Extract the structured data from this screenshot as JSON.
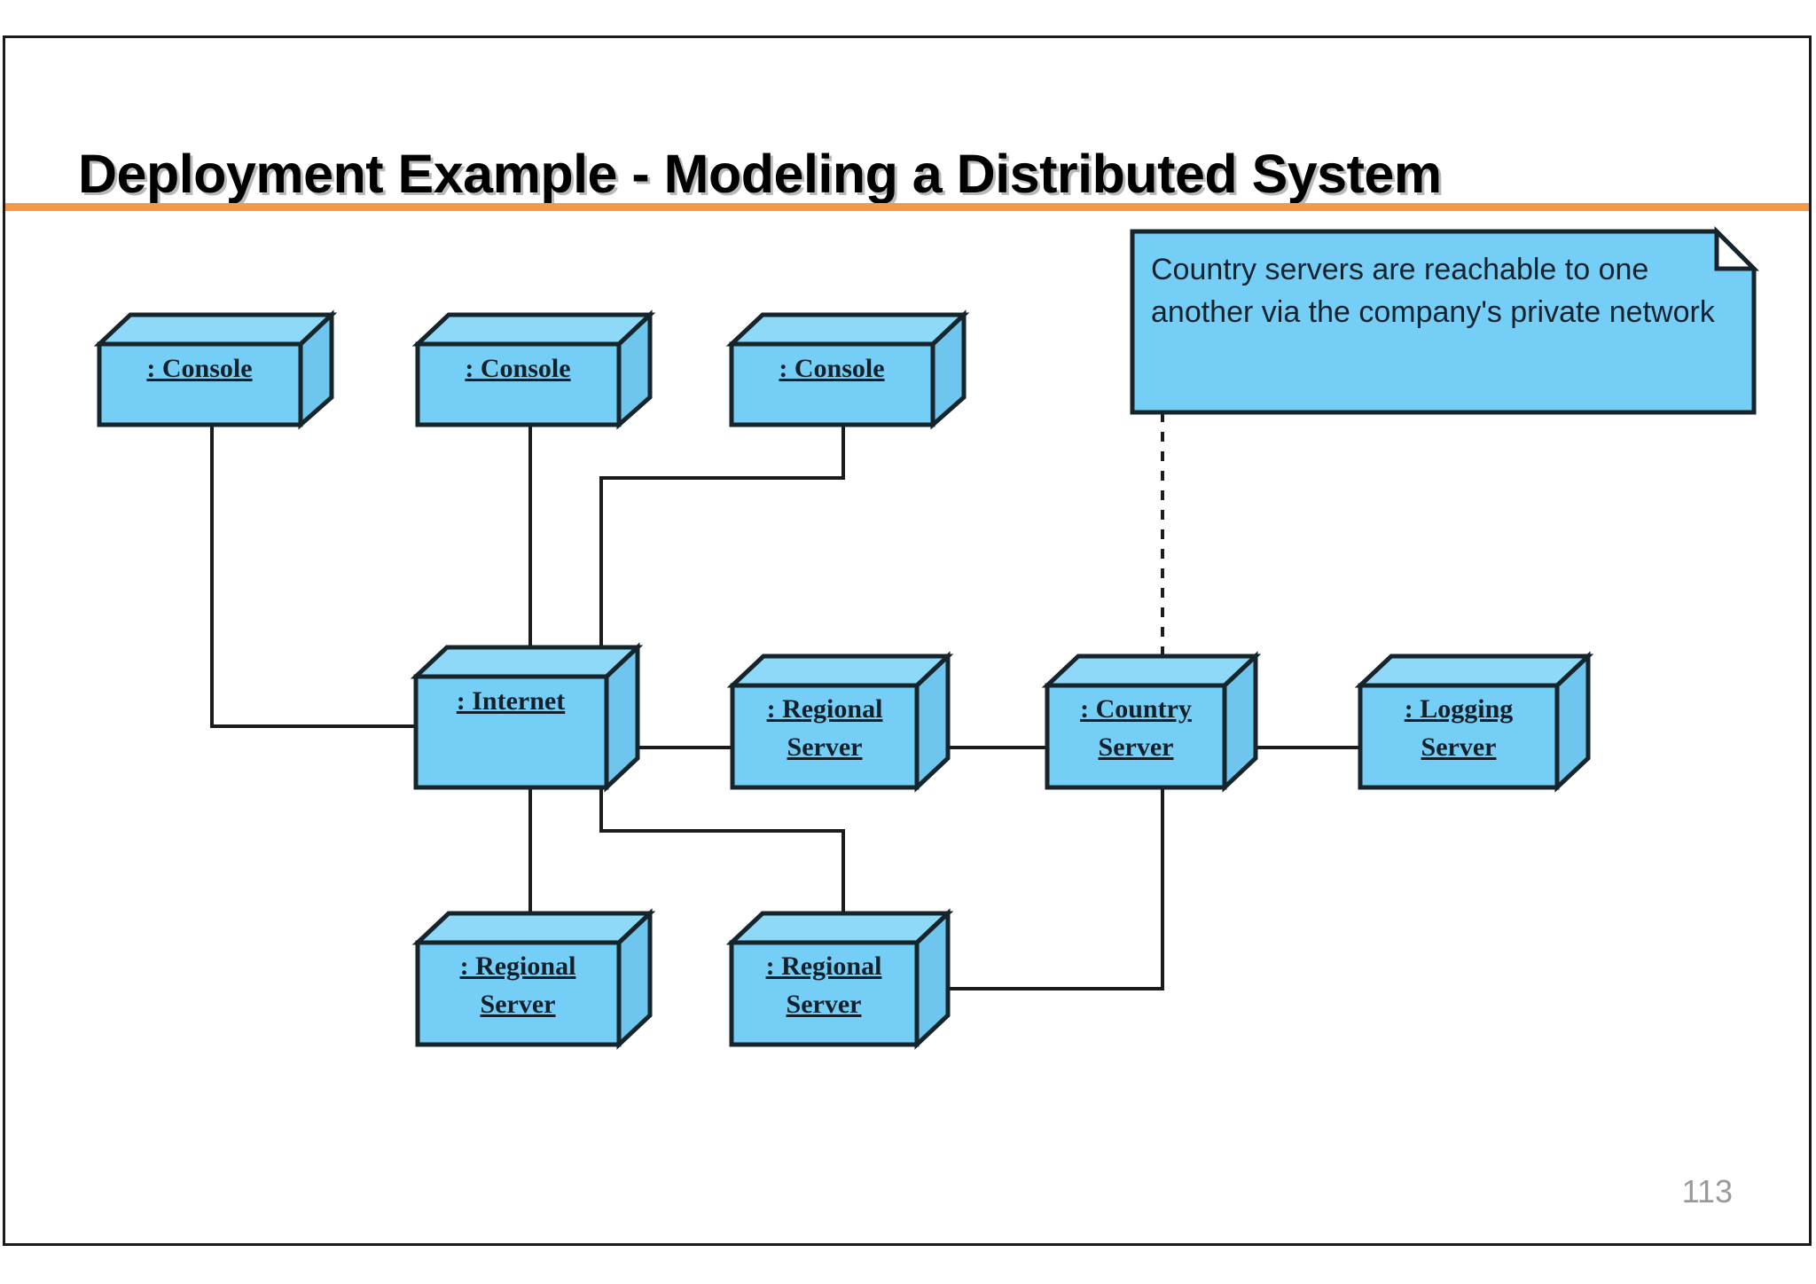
{
  "slide": {
    "title": "Deployment Example - Modeling a Distributed System",
    "page_number": "113",
    "accent_color": "#f2994a",
    "node_fill_color": "#74cef5",
    "node_stroke_color": "#16252c",
    "page_number_color": "#9a9a9a"
  },
  "diagram": {
    "type": "uml-deployment-diagram",
    "nodes": [
      {
        "id": "console-1",
        "label_line1": ": Console",
        "label_line2": ""
      },
      {
        "id": "console-2",
        "label_line1": ": Console",
        "label_line2": ""
      },
      {
        "id": "console-3",
        "label_line1": ": Console",
        "label_line2": ""
      },
      {
        "id": "internet",
        "label_line1": ": Internet",
        "label_line2": ""
      },
      {
        "id": "regional-server-1",
        "label_line1": ": Regional",
        "label_line2": "Server"
      },
      {
        "id": "country-server",
        "label_line1": ": Country",
        "label_line2": "Server"
      },
      {
        "id": "logging-server",
        "label_line1": ": Logging",
        "label_line2": "Server"
      },
      {
        "id": "regional-server-2",
        "label_line1": ": Regional",
        "label_line2": "Server"
      },
      {
        "id": "regional-server-3",
        "label_line1": ": Regional",
        "label_line2": "Server"
      }
    ],
    "note": {
      "line1": "Country servers are reachable to one",
      "line2": "another via the company's private network",
      "anchored_to": "country-server"
    },
    "connections": [
      {
        "from": "console-1",
        "to": "internet",
        "style": "solid"
      },
      {
        "from": "console-2",
        "to": "internet",
        "style": "solid"
      },
      {
        "from": "console-3",
        "to": "internet",
        "style": "solid"
      },
      {
        "from": "internet",
        "to": "regional-server-1",
        "style": "solid"
      },
      {
        "from": "internet",
        "to": "regional-server-2",
        "style": "solid"
      },
      {
        "from": "internet",
        "to": "regional-server-3",
        "style": "solid"
      },
      {
        "from": "regional-server-1",
        "to": "country-server",
        "style": "solid"
      },
      {
        "from": "country-server",
        "to": "logging-server",
        "style": "solid"
      },
      {
        "from": "country-server",
        "to": "regional-server-3",
        "style": "solid"
      },
      {
        "from": "note",
        "to": "country-server",
        "style": "dashed"
      }
    ]
  }
}
